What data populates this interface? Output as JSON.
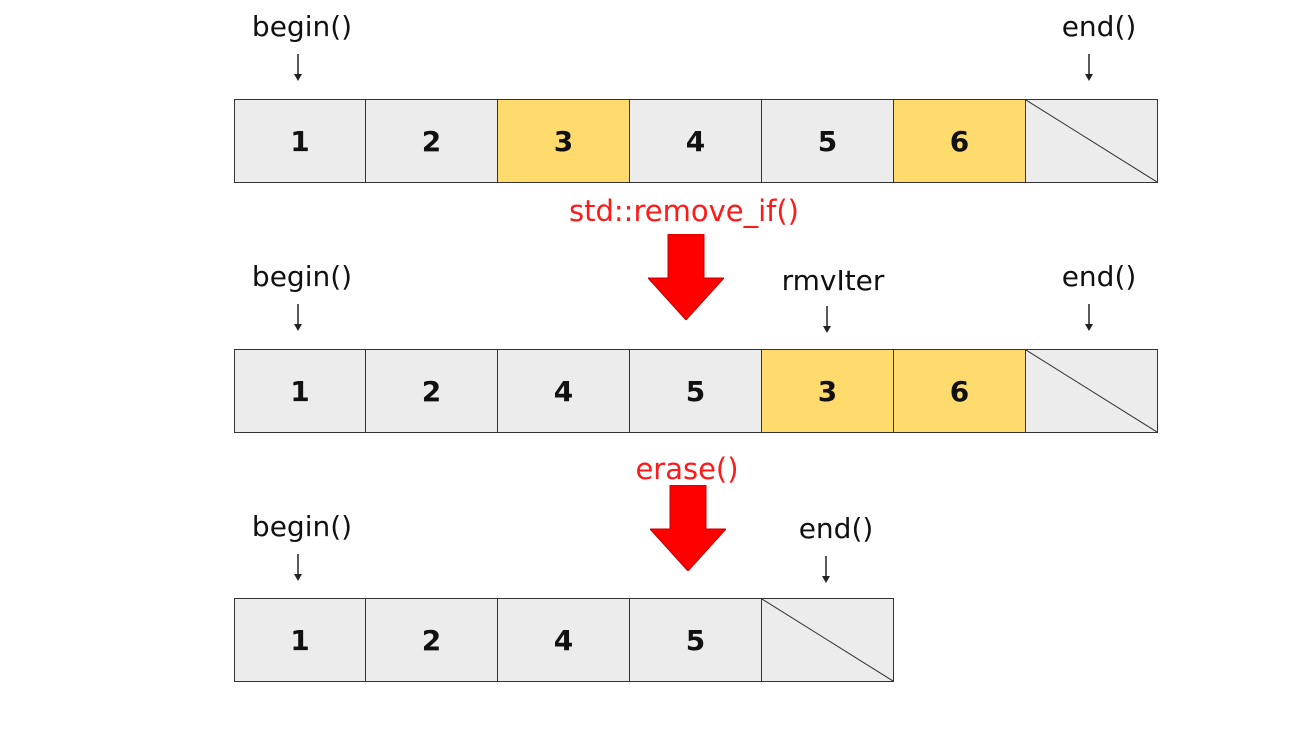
{
  "rows": [
    {
      "cells": [
        {
          "value": "1",
          "highlight": false
        },
        {
          "value": "2",
          "highlight": false
        },
        {
          "value": "3",
          "highlight": true
        },
        {
          "value": "4",
          "highlight": false
        },
        {
          "value": "5",
          "highlight": false
        },
        {
          "value": "6",
          "highlight": true
        },
        {
          "value": "",
          "highlight": false,
          "empty": true
        }
      ],
      "pointers": [
        "begin()",
        "end()"
      ]
    },
    {
      "cells": [
        {
          "value": "1",
          "highlight": false
        },
        {
          "value": "2",
          "highlight": false
        },
        {
          "value": "4",
          "highlight": false
        },
        {
          "value": "5",
          "highlight": false
        },
        {
          "value": "3",
          "highlight": true
        },
        {
          "value": "6",
          "highlight": true
        },
        {
          "value": "",
          "highlight": false,
          "empty": true
        }
      ],
      "pointers": [
        "begin()",
        "rmvIter",
        "end()"
      ]
    },
    {
      "cells": [
        {
          "value": "1",
          "highlight": false
        },
        {
          "value": "2",
          "highlight": false
        },
        {
          "value": "4",
          "highlight": false
        },
        {
          "value": "5",
          "highlight": false
        },
        {
          "value": "",
          "highlight": false,
          "empty": true
        }
      ],
      "pointers": [
        "begin()",
        "end()"
      ]
    }
  ],
  "operations": [
    "std::remove_if()",
    "erase()"
  ],
  "colors": {
    "cell_fill": "#ececec",
    "highlight_fill": "#ffdb6e",
    "operation_text": "#ff1a1a",
    "arrow_fill": "#ff0000"
  }
}
